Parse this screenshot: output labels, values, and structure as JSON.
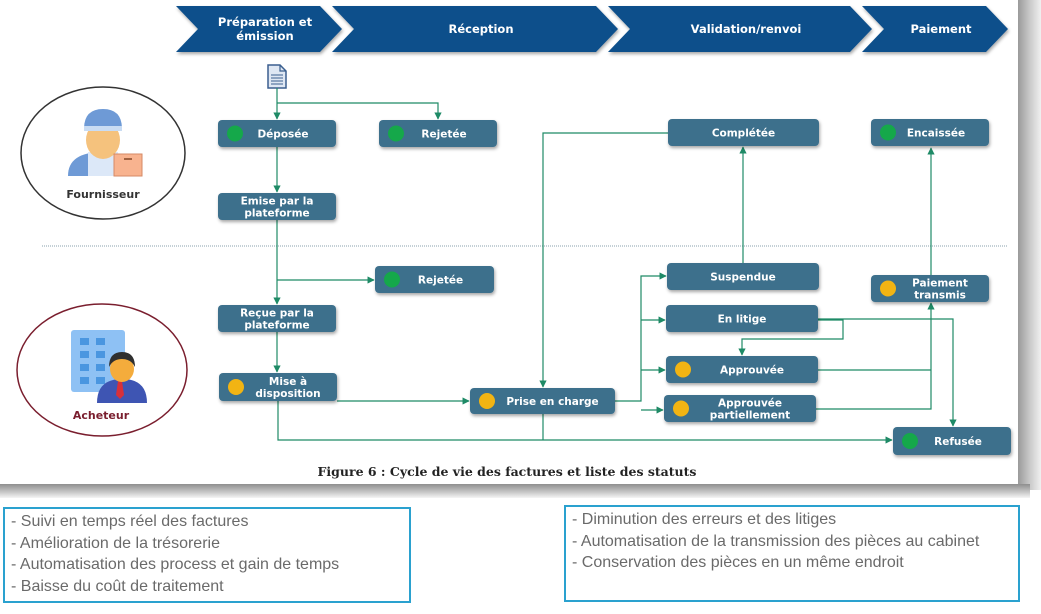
{
  "figure": {
    "caption": "Figure 6 : Cycle de vie des factures et liste des statuts",
    "colors": {
      "phase_fill": "#0d4f8b",
      "node_fill": "#3d6f8c",
      "connector": "#1e8a66",
      "status_green": "#15a84a",
      "status_yellow": "#f2b413",
      "supplier_circle": "#333333",
      "buyer_circle": "#7a1e2e"
    },
    "phases": [
      {
        "id": "prep",
        "lines": [
          "Préparation et",
          "émission"
        ]
      },
      {
        "id": "reception",
        "lines": [
          "Réception"
        ]
      },
      {
        "id": "validation",
        "lines": [
          "Validation/renvoi"
        ]
      },
      {
        "id": "paiement",
        "lines": [
          "Paiement"
        ]
      }
    ],
    "actors": {
      "supplier": {
        "label": "Fournisseur",
        "icon": "delivery-person-icon"
      },
      "buyer": {
        "label": "Acheteur",
        "icon": "businessman-building-icon"
      }
    },
    "document_icon": "document-icon",
    "nodes": {
      "deposee": {
        "lines": [
          "Déposée"
        ],
        "status": "green"
      },
      "rejetee1": {
        "lines": [
          "Rejetée"
        ],
        "status": "green"
      },
      "emise": {
        "lines": [
          "Emise par la",
          "plateforme"
        ],
        "status": "none"
      },
      "completee": {
        "lines": [
          "Complétée"
        ],
        "status": "none"
      },
      "encaissee": {
        "lines": [
          "Encaissée"
        ],
        "status": "green"
      },
      "rejetee2": {
        "lines": [
          "Rejetée"
        ],
        "status": "green"
      },
      "recue": {
        "lines": [
          "Reçue par la",
          "plateforme"
        ],
        "status": "none"
      },
      "mise": {
        "lines": [
          "Mise à",
          "disposition"
        ],
        "status": "yellow"
      },
      "prise": {
        "lines": [
          "Prise en charge"
        ],
        "status": "yellow"
      },
      "suspendue": {
        "lines": [
          "Suspendue"
        ],
        "status": "none"
      },
      "litige": {
        "lines": [
          "En litige"
        ],
        "status": "none"
      },
      "approuvee": {
        "lines": [
          "Approuvée"
        ],
        "status": "yellow"
      },
      "partielle": {
        "lines": [
          "Approuvée",
          "partiellement"
        ],
        "status": "yellow"
      },
      "paiement_transmis": {
        "lines": [
          "Paiement",
          "transmis"
        ],
        "status": "yellow"
      },
      "refusee": {
        "lines": [
          "Refusée"
        ],
        "status": "green"
      }
    }
  },
  "benefits": {
    "left": [
      "- Suivi en temps réel des factures",
      "- Amélioration de la trésorerie",
      "- Automatisation des process et gain de temps",
      "- Baisse du coût de traitement"
    ],
    "right": [
      "- Diminution des erreurs et des litiges",
      "- Automatisation de la transmission des pièces au cabinet",
      "- Conservation des pièces en un même endroit"
    ]
  }
}
